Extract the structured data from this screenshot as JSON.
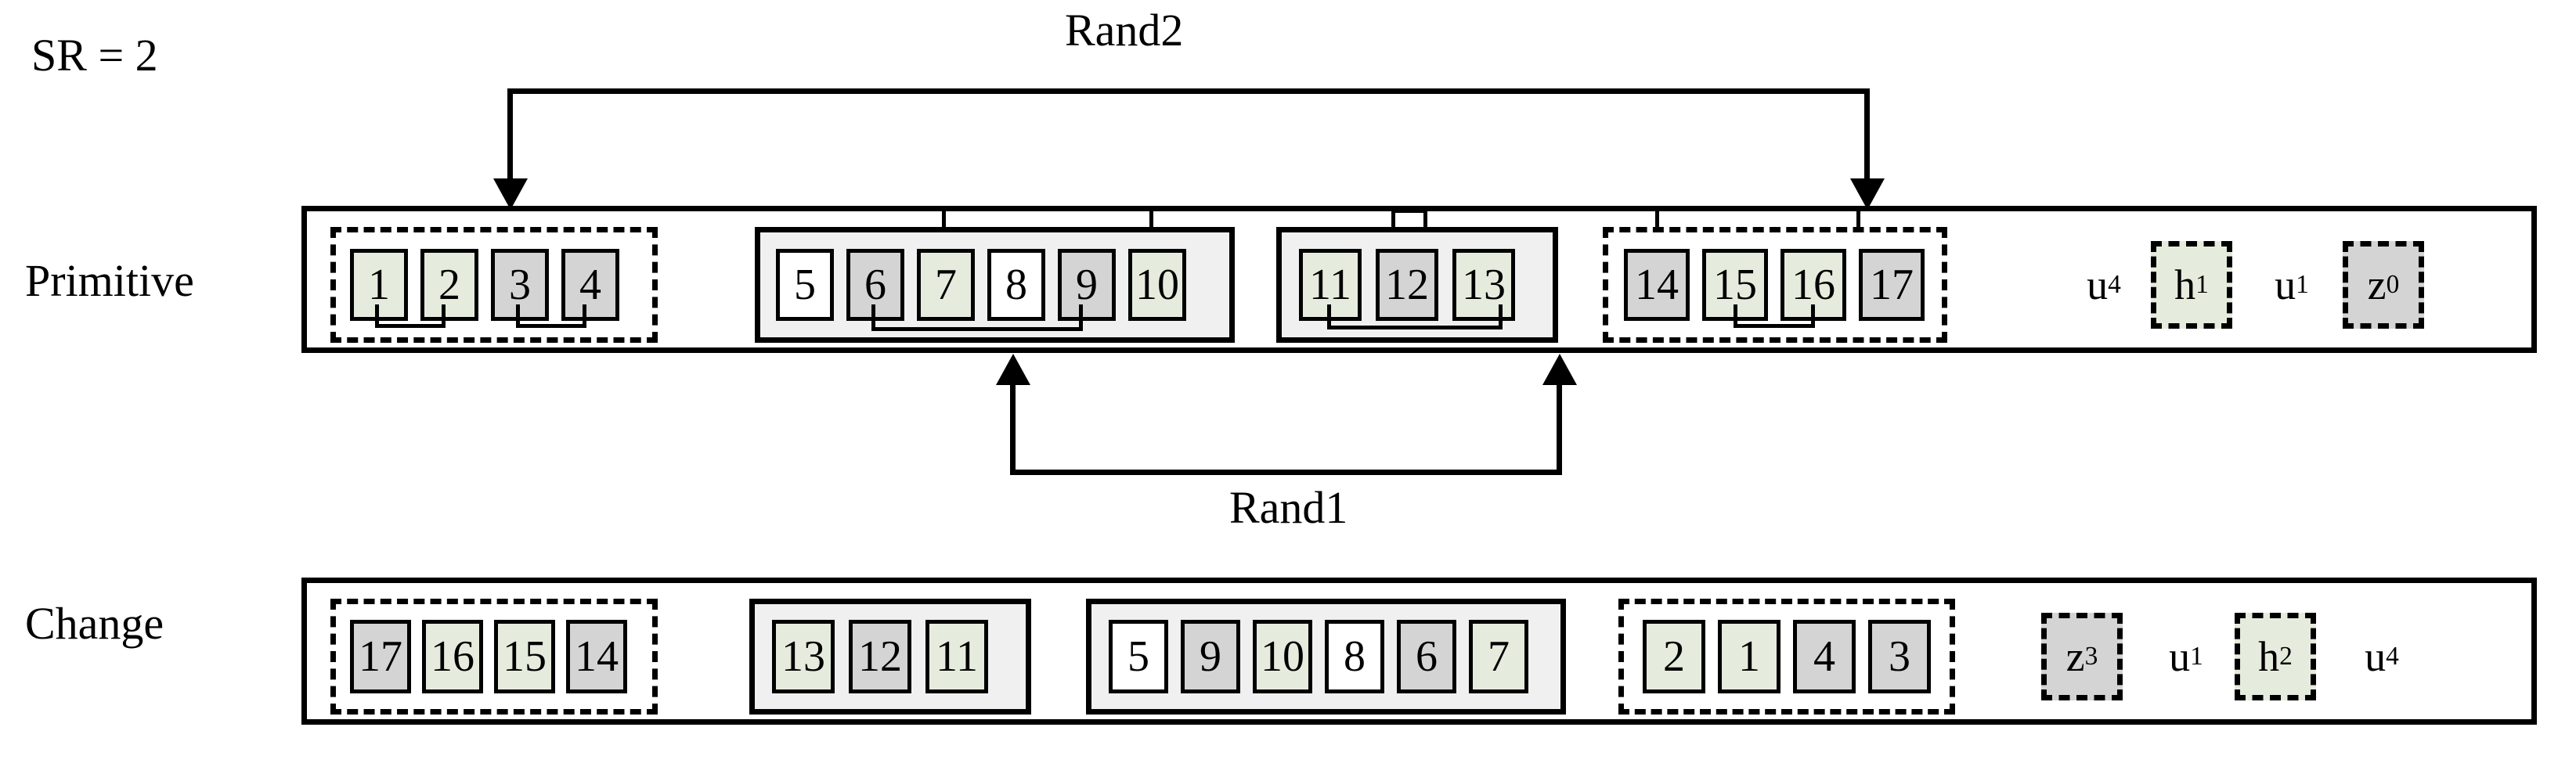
{
  "meta": {
    "sr_label": "SR = 2",
    "colors": {
      "green": "#e6ecdd",
      "gray": "#d4d4d4",
      "white": "#ffffff",
      "group_fill": "#f0f0f0",
      "stroke": "#000000"
    }
  },
  "connectors": {
    "rand2": {
      "label": "Rand2"
    },
    "rand1": {
      "label": "Rand1"
    }
  },
  "rows": [
    {
      "name": "primitive",
      "label": "Primitive",
      "groups": [
        {
          "style": "dashed",
          "cells": [
            {
              "value": "1",
              "fill": "green"
            },
            {
              "value": "2",
              "fill": "green"
            },
            {
              "value": "3",
              "fill": "gray"
            },
            {
              "value": "4",
              "fill": "gray"
            }
          ]
        },
        {
          "style": "solid",
          "cells": [
            {
              "value": "5",
              "fill": "white"
            },
            {
              "value": "6",
              "fill": "gray"
            },
            {
              "value": "7",
              "fill": "green"
            },
            {
              "value": "8",
              "fill": "white"
            },
            {
              "value": "9",
              "fill": "gray"
            },
            {
              "value": "10",
              "fill": "green"
            }
          ]
        },
        {
          "style": "solid",
          "cells": [
            {
              "value": "11",
              "fill": "green"
            },
            {
              "value": "12",
              "fill": "gray"
            },
            {
              "value": "13",
              "fill": "green"
            }
          ]
        },
        {
          "style": "dashed",
          "cells": [
            {
              "value": "14",
              "fill": "gray"
            },
            {
              "value": "15",
              "fill": "green"
            },
            {
              "value": "16",
              "fill": "green"
            },
            {
              "value": "17",
              "fill": "gray"
            }
          ]
        }
      ],
      "tail": [
        {
          "kind": "plain",
          "base": "u",
          "sub": "4"
        },
        {
          "kind": "boxed",
          "base": "h",
          "sub": "1",
          "fill": "green"
        },
        {
          "kind": "plain",
          "base": "u",
          "sub": "1"
        },
        {
          "kind": "boxed",
          "base": "z",
          "sub": "0",
          "fill": "gray"
        }
      ]
    },
    {
      "name": "change",
      "label": "Change",
      "groups": [
        {
          "style": "dashed",
          "cells": [
            {
              "value": "17",
              "fill": "gray"
            },
            {
              "value": "16",
              "fill": "green"
            },
            {
              "value": "15",
              "fill": "green"
            },
            {
              "value": "14",
              "fill": "gray"
            }
          ]
        },
        {
          "style": "solid",
          "cells": [
            {
              "value": "13",
              "fill": "green"
            },
            {
              "value": "12",
              "fill": "gray"
            },
            {
              "value": "11",
              "fill": "green"
            }
          ]
        },
        {
          "style": "solid",
          "cells": [
            {
              "value": "5",
              "fill": "white"
            },
            {
              "value": "9",
              "fill": "gray"
            },
            {
              "value": "10",
              "fill": "green"
            },
            {
              "value": "8",
              "fill": "white"
            },
            {
              "value": "6",
              "fill": "gray"
            },
            {
              "value": "7",
              "fill": "green"
            }
          ]
        },
        {
          "style": "dashed",
          "cells": [
            {
              "value": "2",
              "fill": "green"
            },
            {
              "value": "1",
              "fill": "green"
            },
            {
              "value": "4",
              "fill": "gray"
            },
            {
              "value": "3",
              "fill": "gray"
            }
          ]
        }
      ],
      "tail": [
        {
          "kind": "boxed",
          "base": "z",
          "sub": "3",
          "fill": "gray"
        },
        {
          "kind": "plain",
          "base": "u",
          "sub": "1"
        },
        {
          "kind": "boxed",
          "base": "h",
          "sub": "2",
          "fill": "green"
        },
        {
          "kind": "plain",
          "base": "u",
          "sub": "4"
        }
      ]
    }
  ]
}
